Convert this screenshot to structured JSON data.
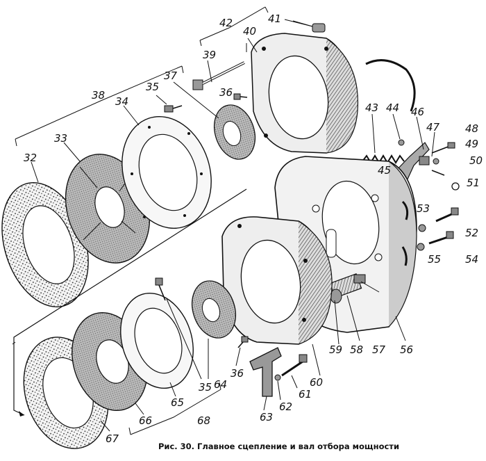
{
  "caption": "Рис. 30. Главное сцепление и вал отбора мощности",
  "labels": {
    "l32": "32",
    "l33": "33",
    "l34": "34",
    "l35": "35",
    "l36": "36",
    "l37": "37",
    "l38": "38",
    "l39": "39",
    "l40": "40",
    "l41": "41",
    "l42": "42",
    "l43": "43",
    "l44": "44",
    "l45": "45",
    "l46": "46",
    "l47": "47",
    "l48": "48",
    "l49": "49",
    "l50": "50",
    "l51": "51",
    "l52": "52",
    "l53": "53",
    "l54": "54",
    "l55": "55",
    "l56": "56",
    "l57": "57",
    "l58": "58",
    "l59": "59",
    "l60": "60",
    "l61": "61",
    "l62": "62",
    "l63": "63",
    "l64": "64",
    "l65": "65",
    "l66": "66",
    "l67": "67",
    "l68": "68",
    "l35b": "35",
    "l36b": "36"
  }
}
